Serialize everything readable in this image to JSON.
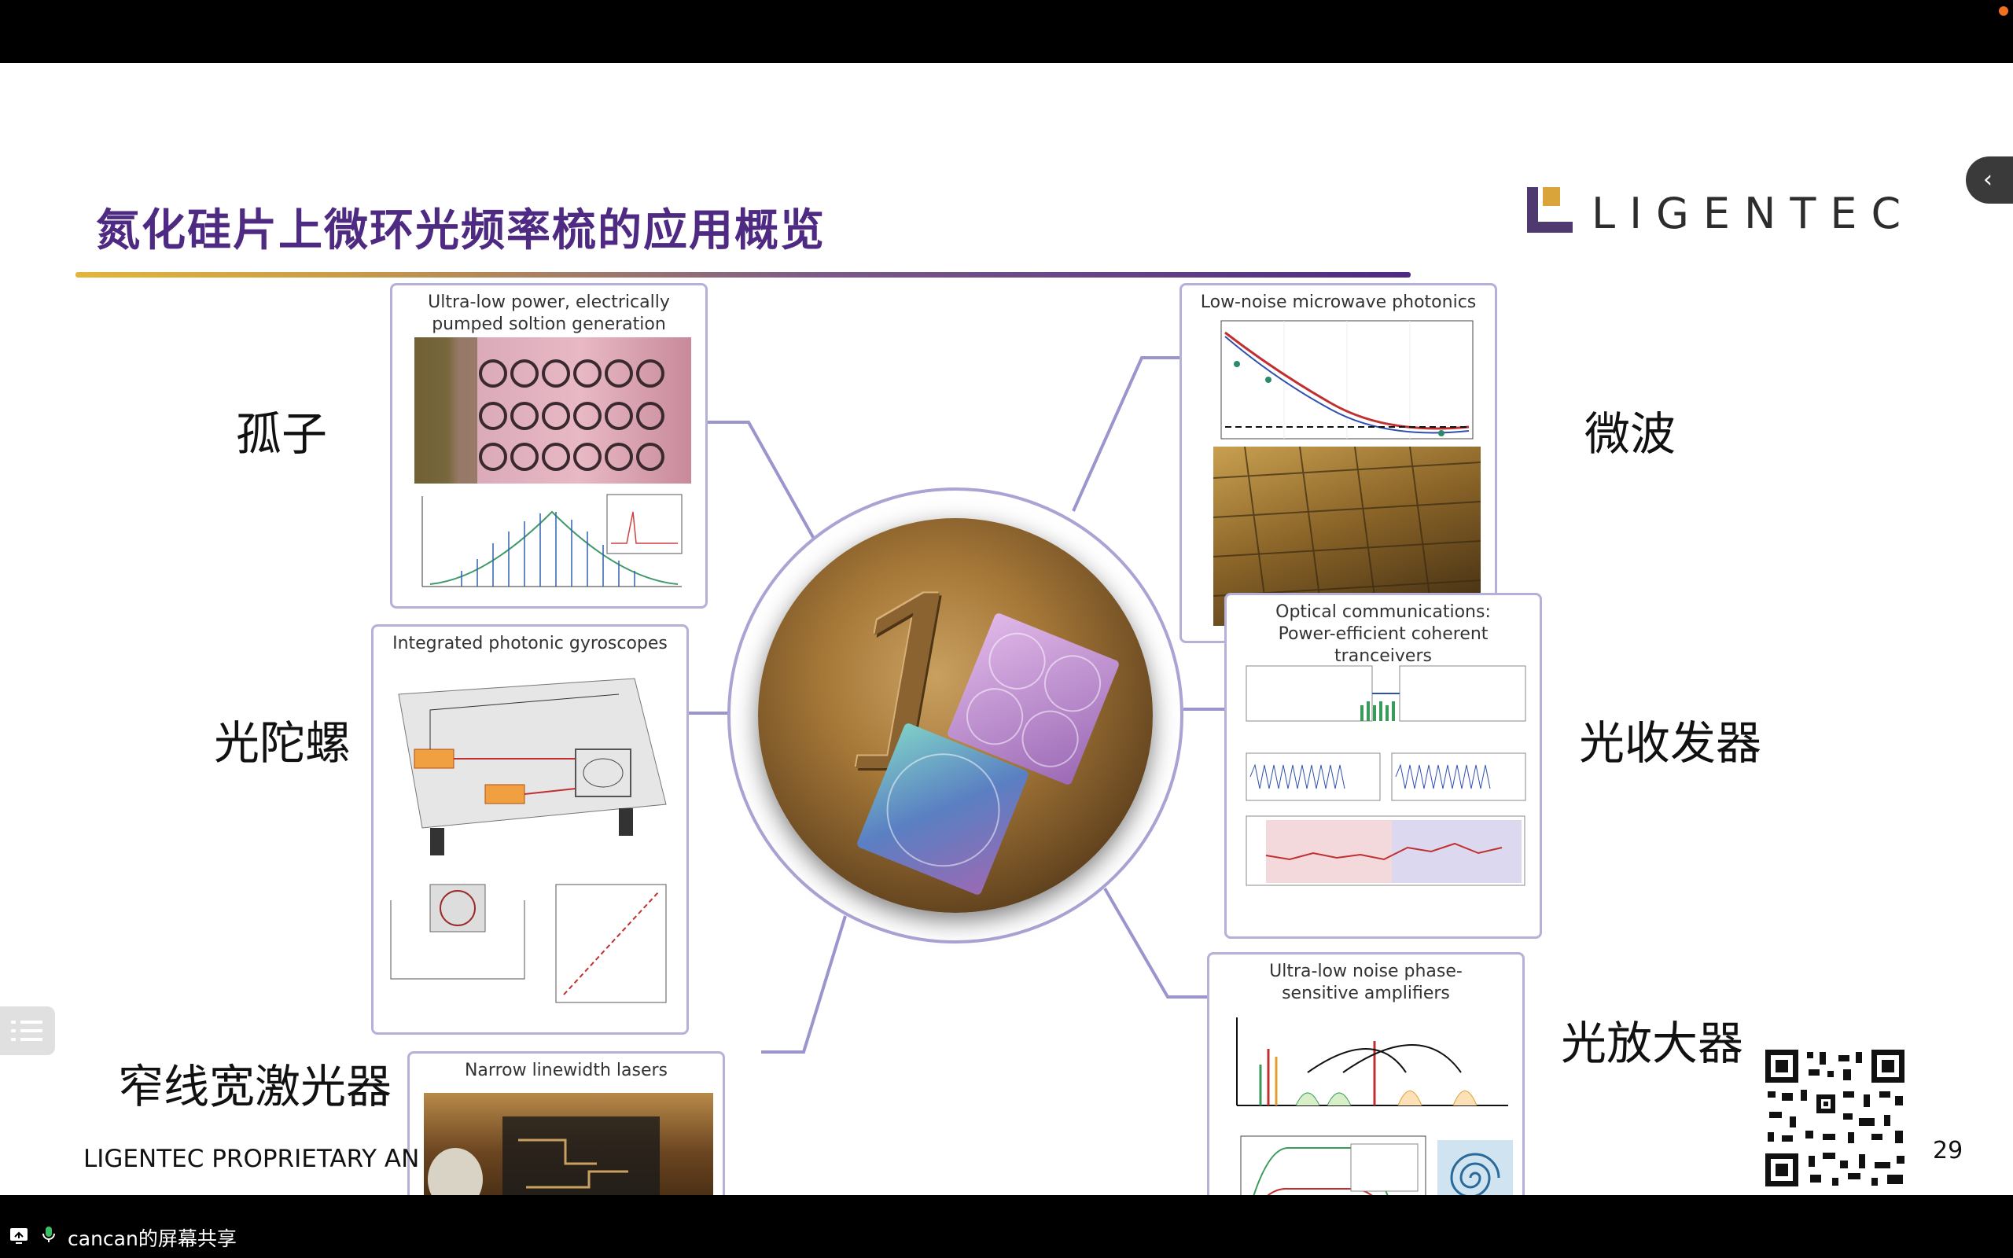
{
  "slide": {
    "title": "氮化硅片上微环光频率梳的应用概览",
    "logo_text": "LIGENTEC",
    "labels": {
      "soliton": "孤子",
      "gyro": "光陀螺",
      "laser": "窄线宽激光器",
      "microwave": "微波",
      "transceiver": "光收发器",
      "amplifier": "光放大器"
    },
    "panels": {
      "soliton": "Ultra-low power, electrically pumped soltion generation",
      "gyro": "Integrated photonic gyroscopes",
      "laser": "Narrow linewidth lasers",
      "microwave": "Low-noise microwave photonics",
      "comms": "Optical communications: Power-efficient coherent tranceivers",
      "amplifier": "Ultra-low noise phase-sensitive amplifiers"
    },
    "footer": "LIGENTEC PROPRIETARY AN",
    "page_number": "29"
  },
  "bottom_bar": {
    "share_label": "cancan的屏幕共享"
  },
  "colors": {
    "title": "#4e2a82",
    "panel_border": "#b4b0d8",
    "accent_gold": "#e3b53a"
  },
  "icons": [
    "chevron-left-icon",
    "list-menu-icon",
    "screen-share-icon",
    "microphone-icon",
    "qr-code"
  ]
}
